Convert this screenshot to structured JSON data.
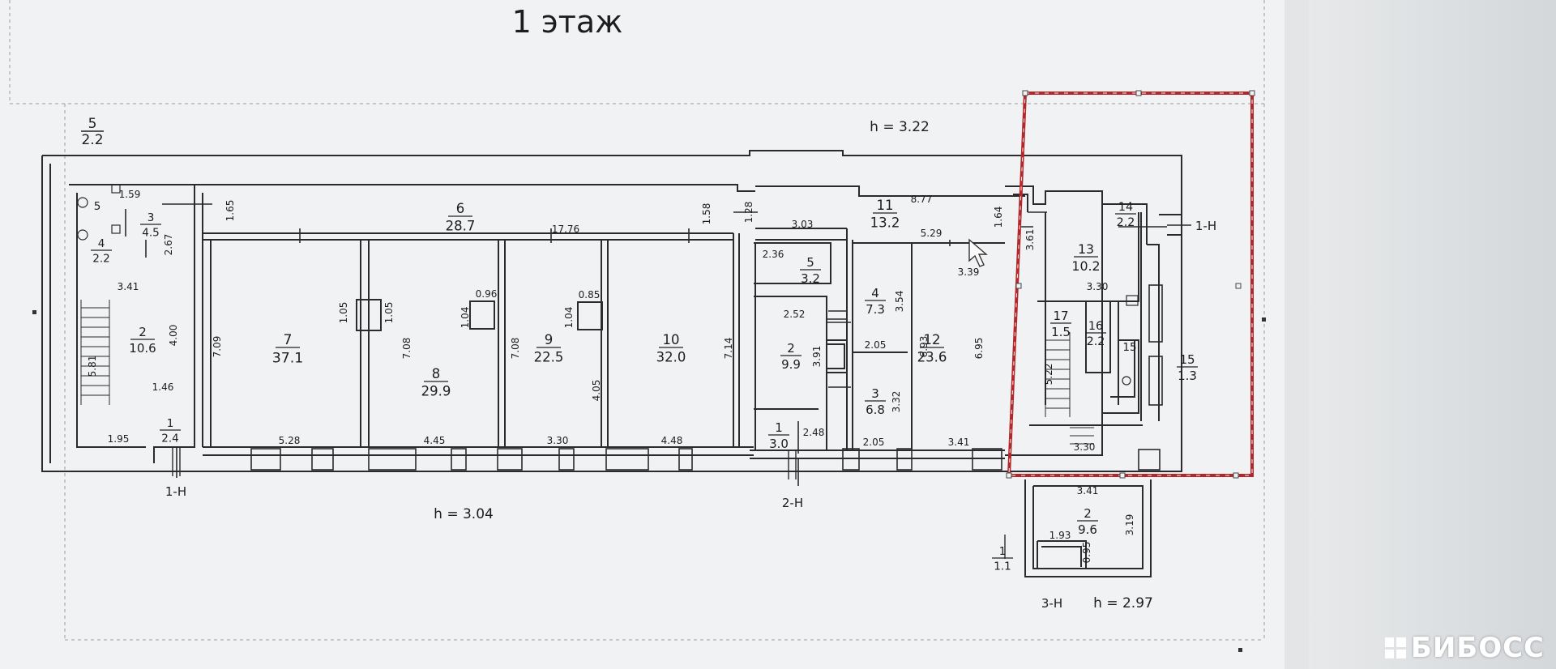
{
  "title": "1 этаж",
  "heights": {
    "top": "h = 3.22",
    "bottom": "h = 3.04",
    "annex": "h = 2.97"
  },
  "outside": {
    "num": "5",
    "area": "2.2"
  },
  "entrances": {
    "left": "1-Н",
    "middle": "2-Н",
    "right_top": "1-Н",
    "annex": "3-Н"
  },
  "rooms": [
    {
      "id": "r5a",
      "num": "5",
      "area": ""
    },
    {
      "id": "r3a",
      "num": "3",
      "area": "4.5"
    },
    {
      "id": "r4a",
      "num": "4",
      "area": "2.2"
    },
    {
      "id": "r2a",
      "num": "2",
      "area": "10.6"
    },
    {
      "id": "r1a",
      "num": "1",
      "area": "2.4"
    },
    {
      "id": "r6",
      "num": "6",
      "area": "28.7"
    },
    {
      "id": "r7",
      "num": "7",
      "area": "37.1"
    },
    {
      "id": "r8",
      "num": "8",
      "area": "29.9"
    },
    {
      "id": "r9",
      "num": "9",
      "area": "22.5"
    },
    {
      "id": "r10",
      "num": "10",
      "area": "32.0"
    },
    {
      "id": "r5b",
      "num": "5",
      "area": "3.2"
    },
    {
      "id": "r2b",
      "num": "2",
      "area": "9.9"
    },
    {
      "id": "r1b",
      "num": "1",
      "area": "3.0"
    },
    {
      "id": "r4b",
      "num": "4",
      "area": "7.3"
    },
    {
      "id": "r3b",
      "num": "3",
      "area": "6.8"
    },
    {
      "id": "r11",
      "num": "11",
      "area": "13.2"
    },
    {
      "id": "r12",
      "num": "12",
      "area": "23.6"
    },
    {
      "id": "r13",
      "num": "13",
      "area": "10.2"
    },
    {
      "id": "r14",
      "num": "14",
      "area": "2.2"
    },
    {
      "id": "r17",
      "num": "17",
      "area": "1.5"
    },
    {
      "id": "r16",
      "num": "16",
      "area": "2.2"
    },
    {
      "id": "r15a",
      "num": "15",
      "area": ""
    },
    {
      "id": "r15b",
      "num": "15",
      "area": "1.3"
    },
    {
      "id": "r2c",
      "num": "2",
      "area": "9.6"
    },
    {
      "id": "r1c",
      "num": "1",
      "area": "1.1"
    }
  ],
  "dimensions": [
    {
      "id": "d1",
      "text": "1.59"
    },
    {
      "id": "d2",
      "text": "1.65"
    },
    {
      "id": "d3",
      "text": "2.67"
    },
    {
      "id": "d4",
      "text": "3.41"
    },
    {
      "id": "d5",
      "text": "4.00"
    },
    {
      "id": "d6",
      "text": "5.81"
    },
    {
      "id": "d7",
      "text": "1.46"
    },
    {
      "id": "d8",
      "text": "1.95"
    },
    {
      "id": "d9",
      "text": "7.09"
    },
    {
      "id": "d10",
      "text": "17.76"
    },
    {
      "id": "d11",
      "text": "1.58"
    },
    {
      "id": "d12",
      "text": "1.05"
    },
    {
      "id": "d13",
      "text": "1.05"
    },
    {
      "id": "d14",
      "text": "7.08"
    },
    {
      "id": "d15",
      "text": "0.96"
    },
    {
      "id": "d16",
      "text": "1.04"
    },
    {
      "id": "d17",
      "text": "7.08"
    },
    {
      "id": "d18",
      "text": "0.85"
    },
    {
      "id": "d19",
      "text": "1.04"
    },
    {
      "id": "d20",
      "text": "4.05"
    },
    {
      "id": "d21",
      "text": "7.14"
    },
    {
      "id": "d22",
      "text": "5.28"
    },
    {
      "id": "d23",
      "text": "4.45"
    },
    {
      "id": "d24",
      "text": "3.30"
    },
    {
      "id": "d25",
      "text": "4.48"
    },
    {
      "id": "d26",
      "text": "1.28"
    },
    {
      "id": "d27",
      "text": "3.03"
    },
    {
      "id": "d28",
      "text": "8.77"
    },
    {
      "id": "d29",
      "text": "2.36"
    },
    {
      "id": "d30",
      "text": "2.52"
    },
    {
      "id": "d31",
      "text": "3.91"
    },
    {
      "id": "d32",
      "text": "2.48"
    },
    {
      "id": "d33",
      "text": "3.54"
    },
    {
      "id": "d34",
      "text": "2.05"
    },
    {
      "id": "d35",
      "text": "3.32"
    },
    {
      "id": "d36",
      "text": "2.05"
    },
    {
      "id": "d37",
      "text": "5.29"
    },
    {
      "id": "d38",
      "text": "3.39"
    },
    {
      "id": "d39",
      "text": "6.93"
    },
    {
      "id": "d40",
      "text": "6.95"
    },
    {
      "id": "d41",
      "text": "3.41"
    },
    {
      "id": "d42",
      "text": "1.64"
    },
    {
      "id": "d43",
      "text": "3.61"
    },
    {
      "id": "d44",
      "text": "3.30"
    },
    {
      "id": "d45",
      "text": "5.22"
    },
    {
      "id": "d46",
      "text": "3.30"
    },
    {
      "id": "d47",
      "text": "3.41"
    },
    {
      "id": "d48",
      "text": "3.19"
    },
    {
      "id": "d49",
      "text": "1.93"
    },
    {
      "id": "d50",
      "text": "0.95"
    }
  ],
  "colors": {
    "wall": "#2b2b2d",
    "highlight": "#b3262a",
    "paper": "#f3f4f5"
  },
  "brand": {
    "text": "БИБОСС"
  }
}
